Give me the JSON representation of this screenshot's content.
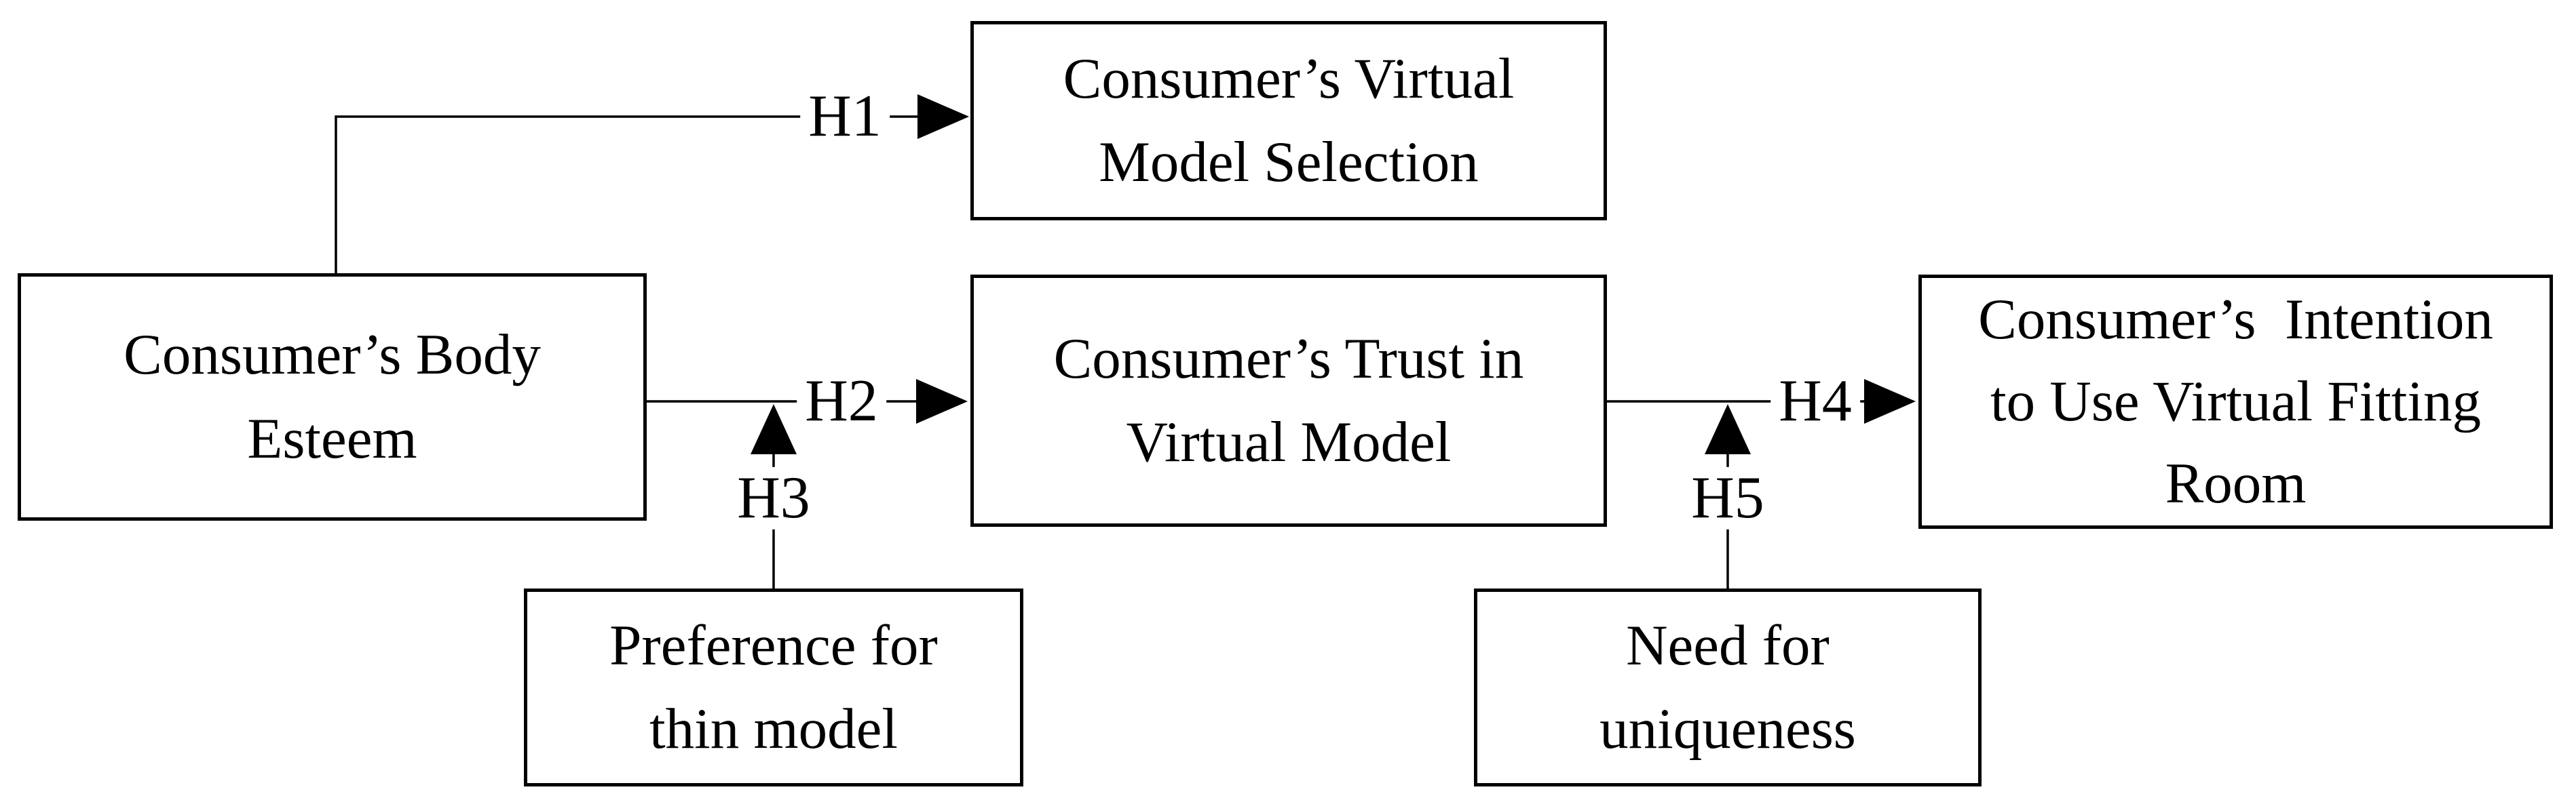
{
  "diagram": {
    "title": "Virtual fitting room research model",
    "background_color": "#ffffff",
    "line_color": "#000000",
    "text_color": "#000000",
    "boxes": {
      "body_esteem": {
        "lines": [
          "Consumer’s Body",
          "Esteem"
        ]
      },
      "virtual_model_selection": {
        "lines": [
          "Consumer’s Virtual",
          "Model Selection"
        ]
      },
      "trust_virtual_model": {
        "lines": [
          "Consumer’s Trust in",
          "Virtual Model"
        ]
      },
      "intention_vfr": {
        "lines": [
          "Consumer’s  Intention",
          "to Use Virtual Fitting",
          "Room"
        ]
      },
      "thin_model": {
        "lines": [
          "Preference for",
          "thin model"
        ]
      },
      "uniqueness": {
        "lines": [
          "Need for",
          "uniqueness"
        ]
      }
    },
    "arrows": [
      {
        "label": "H1",
        "from": "body_esteem",
        "to": "virtual_model_selection"
      },
      {
        "label": "H2",
        "from": "body_esteem",
        "to": "trust_virtual_model"
      },
      {
        "label": "H3",
        "from": "thin_model",
        "to": "h2_path",
        "moderates": "H2"
      },
      {
        "label": "H4",
        "from": "trust_virtual_model",
        "to": "intention_vfr"
      },
      {
        "label": "H5",
        "from": "uniqueness",
        "to": "h4_path",
        "moderates": "H4"
      }
    ]
  }
}
